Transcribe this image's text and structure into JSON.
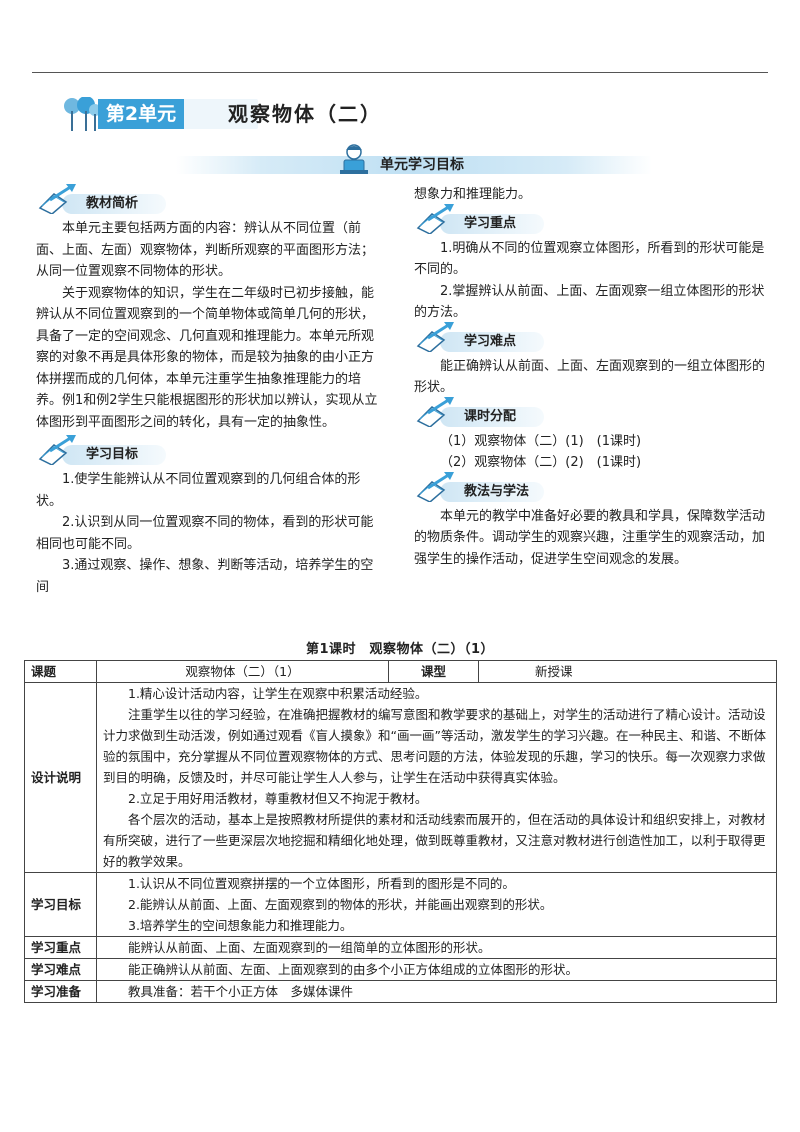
{
  "unit": {
    "badge": "第2单元",
    "title": "观察物体（二）",
    "objectives_heading": "单元学习目标"
  },
  "left": {
    "sec1_title": "教材简析",
    "sec1_paras": [
      "本单元主要包括两方面的内容：辨认从不同位置（前面、上面、左面）观察物体，判断所观察的平面图形方法；从同一位置观察不同物体的形状。",
      "关于观察物体的知识，学生在二年级时已初步接触，能辨认从不同位置观察到的一个简单物体或简单几何的形状，具备了一定的空间观念、几何直观和推理能力。本单元所观察的对象不再是具体形象的物体，而是较为抽象的由小正方体拼摆而成的几何体，本单元注重学生抽象推理能力的培养。例1和例2学生只能根据图形的形状加以辨认，实现从立体图形到平面图形之间的转化，具有一定的抽象性。"
    ],
    "sec2_title": "学习目标",
    "sec2_paras": [
      "1.使学生能辨认从不同位置观察到的几何组合体的形状。",
      "2.认识到从同一位置观察不同的物体，看到的形状可能相同也可能不同。",
      "3.通过观察、操作、想象、判断等活动，培养学生的空间"
    ]
  },
  "right": {
    "continued": "想象力和推理能力。",
    "sec3_title": "学习重点",
    "sec3_paras": [
      "1.明确从不同的位置观察立体图形，所看到的形状可能是不同的。",
      "2.掌握辨认从前面、上面、左面观察一组立体图形的形状的方法。"
    ],
    "sec4_title": "学习难点",
    "sec4_paras": [
      "能正确辨认从前面、上面、左面观察到的一组立体图形的形状。"
    ],
    "sec5_title": "课时分配",
    "sec5_items": [
      "（1）观察物体（二）(1)　(1课时)",
      "（2）观察物体（二）(2)　(1课时)"
    ],
    "sec6_title": "教法与学法",
    "sec6_paras": [
      "本单元的教学中准备好必要的教具和学具，保障数学活动的物质条件。调动学生的观察兴趣，注重学生的观察活动，加强学生的操作活动，促进学生空间观念的发展。"
    ]
  },
  "lesson": {
    "title": "第1课时　观察物体（二）（1）",
    "row1": {
      "h1": "课题",
      "v1": "观察物体（二）（1）",
      "h2": "课型",
      "v2": "新授课"
    },
    "design": {
      "header": "设计说明",
      "paras": [
        "1.精心设计活动内容，让学生在观察中积累活动经验。",
        "注重学生以往的学习经验，在准确把握教材的编写意图和教学要求的基础上，对学生的活动进行了精心设计。活动设计力求做到生动活泼，例如通过观看《盲人摸象》和“画一画”等活动，激发学生的学习兴趣。在一种民主、和谐、不断体验的氛围中，充分掌握从不同位置观察物体的方式、思考问题的方法，体验发现的乐趣，学习的快乐。每一次观察力求做到目的明确，反馈及时，并尽可能让学生人人参与，让学生在活动中获得真实体验。",
        "2.立足于用好用活教材，尊重教材但又不拘泥于教材。",
        "各个层次的活动，基本上是按照教材所提供的素材和活动线索而展开的，但在活动的具体设计和组织安排上，对教材有所突破，进行了一些更深层次地挖掘和精细化地处理，做到既尊重教材，又注意对教材进行创造性加工，以利于取得更好的教学效果。"
      ]
    },
    "goals": {
      "header": "学习目标",
      "paras": [
        "1.认识从不同位置观察拼摆的一个立体图形，所看到的图形是不同的。",
        "2.能辨认从前面、上面、左面观察到的物体的形状，并能画出观察到的形状。",
        "3.培养学生的空间想象能力和推理能力。"
      ]
    },
    "focus": {
      "header": "学习重点",
      "text": "能辨认从前面、上面、左面观察到的一组简单的立体图形的形状。"
    },
    "difficulty": {
      "header": "学习难点",
      "text": "能正确辨认从前面、左面、上面观察到的由多个小正方体组成的立体图形的形状。"
    },
    "prep": {
      "header": "学习准备",
      "text": "教具准备：若干个小正方体　多媒体课件"
    }
  },
  "colors": {
    "accent": "#3aa0d8",
    "light": "#cfe6f4"
  },
  "icons": [
    "tree-icon",
    "book-arrow-icon",
    "student-icon"
  ]
}
